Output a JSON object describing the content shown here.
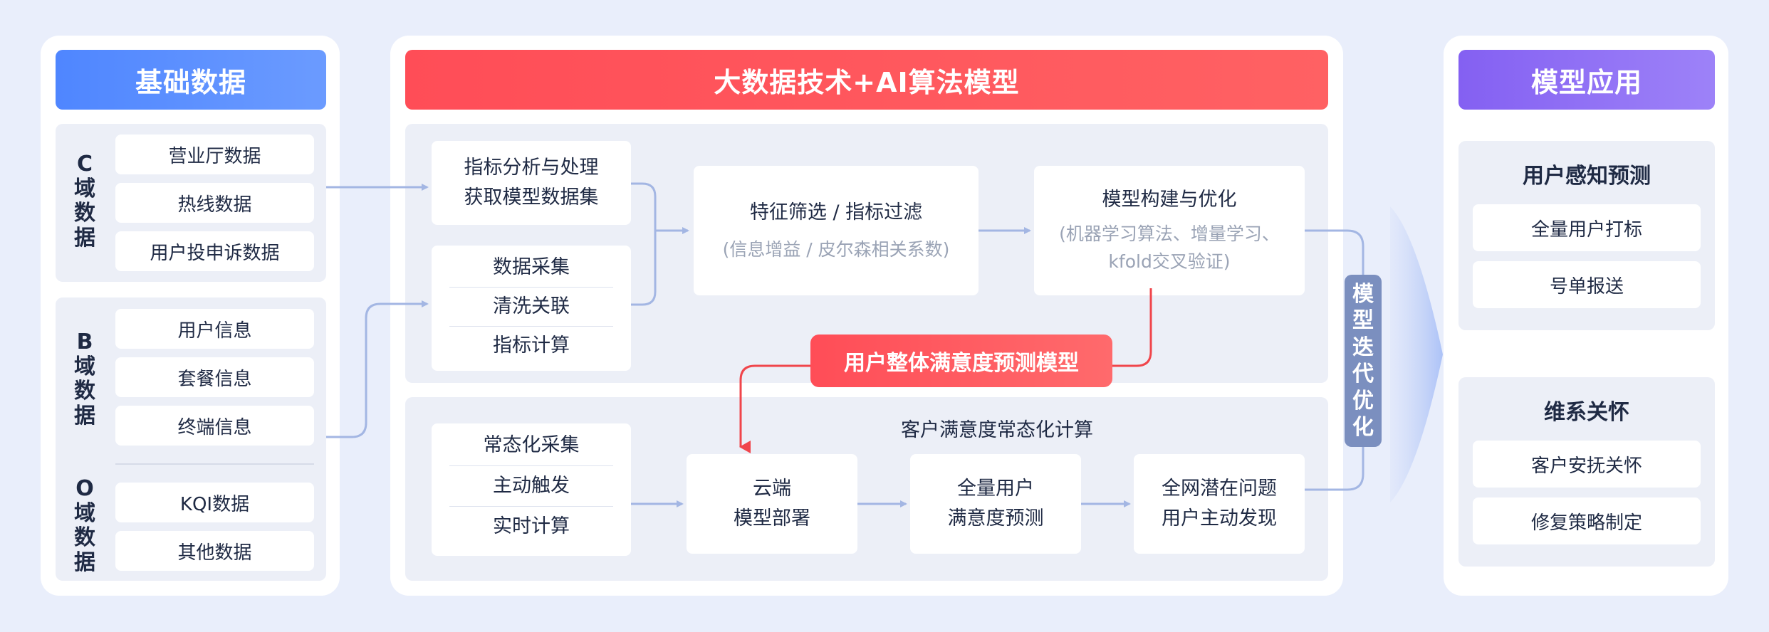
{
  "left": {
    "header": "基础数据",
    "c_domain": {
      "label": [
        "C",
        "域",
        "数",
        "据"
      ],
      "items": [
        "营业厅数据",
        "热线数据",
        "用户投申诉数据"
      ]
    },
    "b_domain": {
      "label": [
        "B",
        "域",
        "数",
        "据"
      ],
      "items": [
        "用户信息",
        "套餐信息",
        "终端信息"
      ]
    },
    "o_domain": {
      "label": [
        "O",
        "域",
        "数",
        "据"
      ],
      "items": [
        "KQI数据",
        "其他数据"
      ]
    }
  },
  "middle": {
    "header": "大数据技术+AI算法模型",
    "indicator": {
      "line1": "指标分析与处理",
      "line2": "获取模型数据集"
    },
    "collect": [
      "数据采集",
      "清洗关联",
      "指标计算"
    ],
    "feature": {
      "title": "特征筛选 / 指标过滤",
      "sub": "(信息增益 / 皮尔森相关系数)"
    },
    "model_build": {
      "title": "模型构建与优化",
      "sub1": "(机器学习算法、增量学习、",
      "sub2": "kfold交叉验证)"
    },
    "satisfaction_model": "用户整体满意度预测模型",
    "routine_title": "客户满意度常态化计算",
    "routine": [
      "常态化采集",
      "主动触发",
      "实时计算"
    ],
    "cloud": {
      "line1": "云端",
      "line2": "模型部署"
    },
    "predict": {
      "line1": "全量用户",
      "line2": "满意度预测"
    },
    "discover": {
      "line1": "全网潜在问题",
      "line2": "用户主动发现"
    }
  },
  "iteration": [
    "模",
    "型",
    "迭",
    "代",
    "优",
    "化"
  ],
  "right": {
    "header": "模型应用",
    "perception": {
      "title": "用户感知预测",
      "items": [
        "全量用户打标",
        "号单报送"
      ]
    },
    "care": {
      "title": "维系关怀",
      "items": [
        "客户安抚关怀",
        "修复策略制定"
      ]
    }
  },
  "colors": {
    "left_header": "#4f86ff",
    "middle_header": "#ff5358",
    "right_header": "#8b6ff5",
    "arrow_blue": "#a3b6e3",
    "arrow_red": "#f0454b",
    "iteration_bar": "#7b8fbf"
  }
}
